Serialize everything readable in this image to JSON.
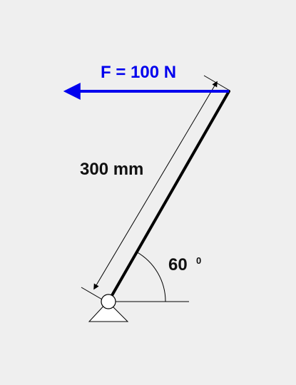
{
  "force": {
    "label": "F = 100 N",
    "color": "#0000ee"
  },
  "dimension": {
    "label": "300 mm"
  },
  "angle": {
    "value": "60",
    "unit": "0"
  },
  "colors": {
    "background": "#efefef",
    "member": "#000000",
    "support": "#000000"
  }
}
